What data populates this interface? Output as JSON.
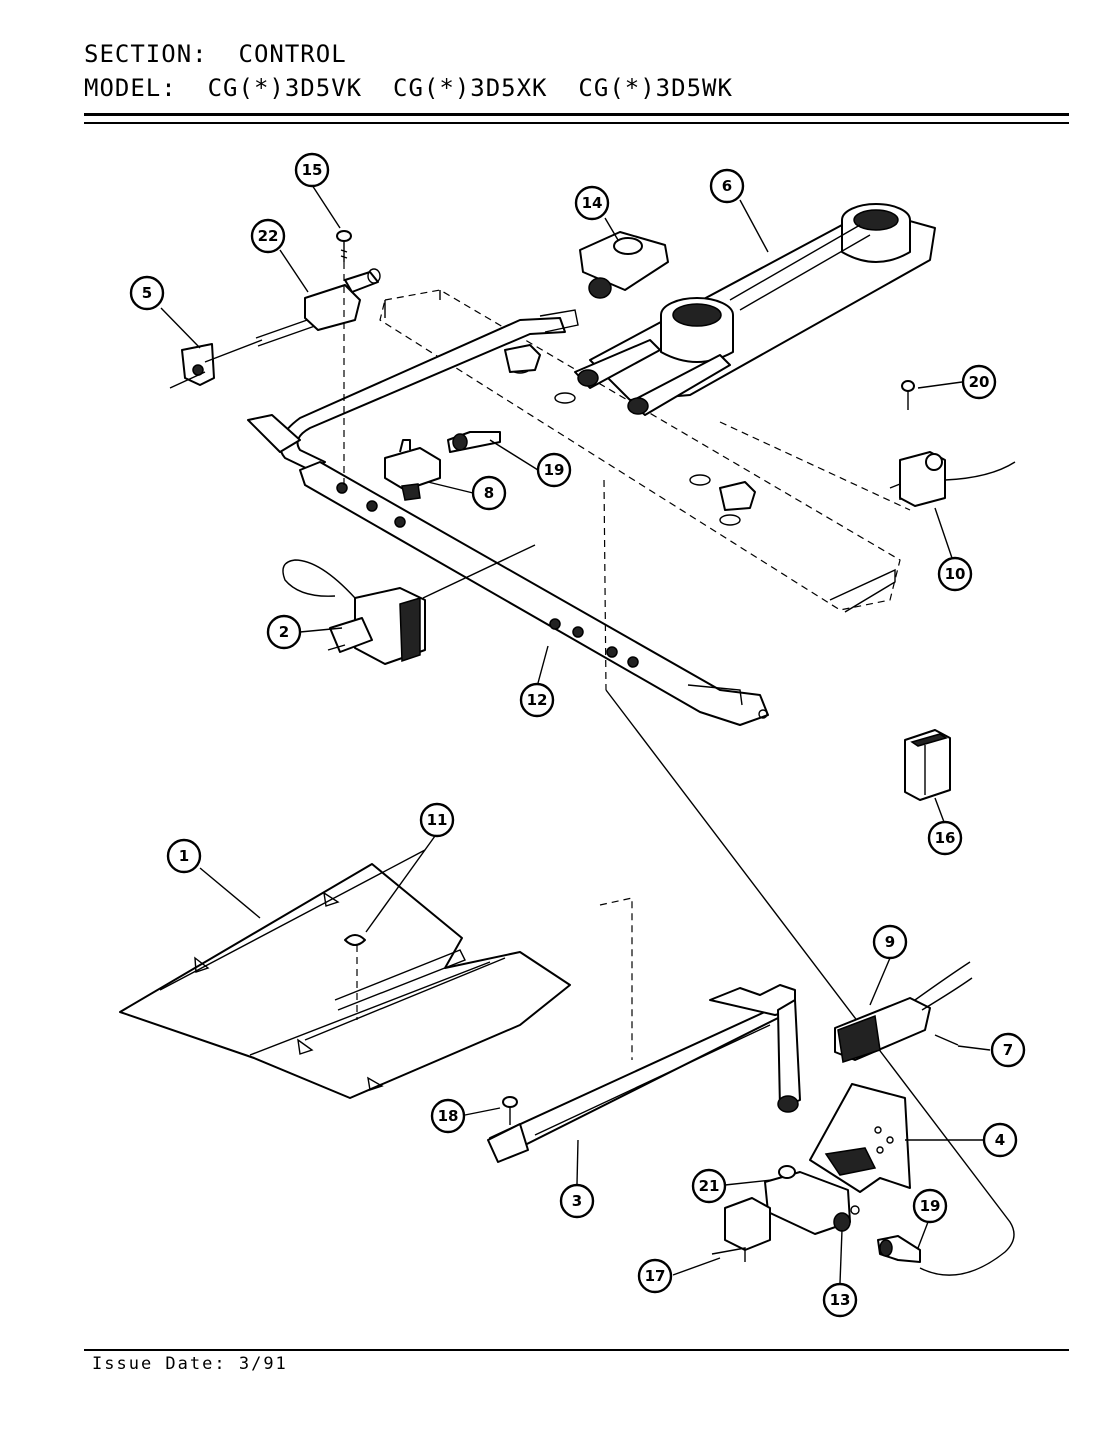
{
  "header": {
    "section_label": "SECTION:",
    "section_value": "CONTROL",
    "model_label": "MODEL:",
    "models": [
      "CG(*)3D5VK",
      "CG(*)3D5XK",
      "CG(*)3D5WK"
    ]
  },
  "footer": {
    "issue_date_label": "Issue Date:",
    "issue_date_value": "3/91"
  },
  "callouts": [
    "15",
    "22",
    "14",
    "6",
    "5",
    "20",
    "8",
    "19",
    "10",
    "2",
    "12",
    "16",
    "11",
    "1",
    "9",
    "7",
    "18",
    "4",
    "21",
    "19",
    "3",
    "17",
    "13"
  ]
}
